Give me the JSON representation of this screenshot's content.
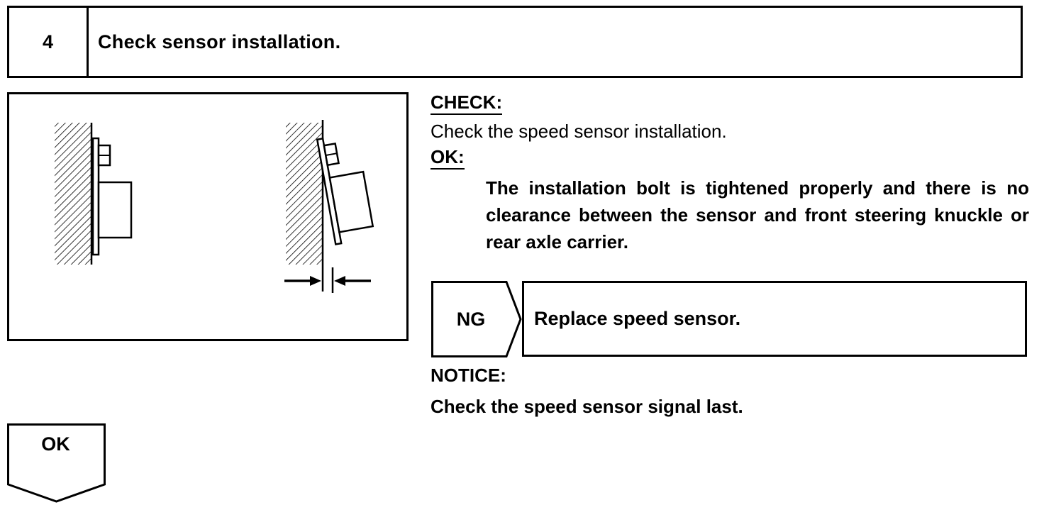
{
  "step": {
    "number": "4",
    "title": "Check sensor installation."
  },
  "check": {
    "heading": "CHECK:",
    "text": "Check the speed sensor installation."
  },
  "ok_spec": {
    "heading": "OK:",
    "criteria": "The installation bolt is tightened properly and there is no clearance between the sensor and front steering knuckle or rear axle carrier."
  },
  "ng": {
    "label": "NG",
    "action": "Replace speed sensor."
  },
  "notice": {
    "heading": "NOTICE:",
    "text": "Check the speed sensor signal last."
  },
  "ok_result": {
    "label": "OK"
  },
  "illustration": {
    "left_diagram": "sensor-installed-correctly",
    "right_diagram": "sensor-with-clearance"
  }
}
